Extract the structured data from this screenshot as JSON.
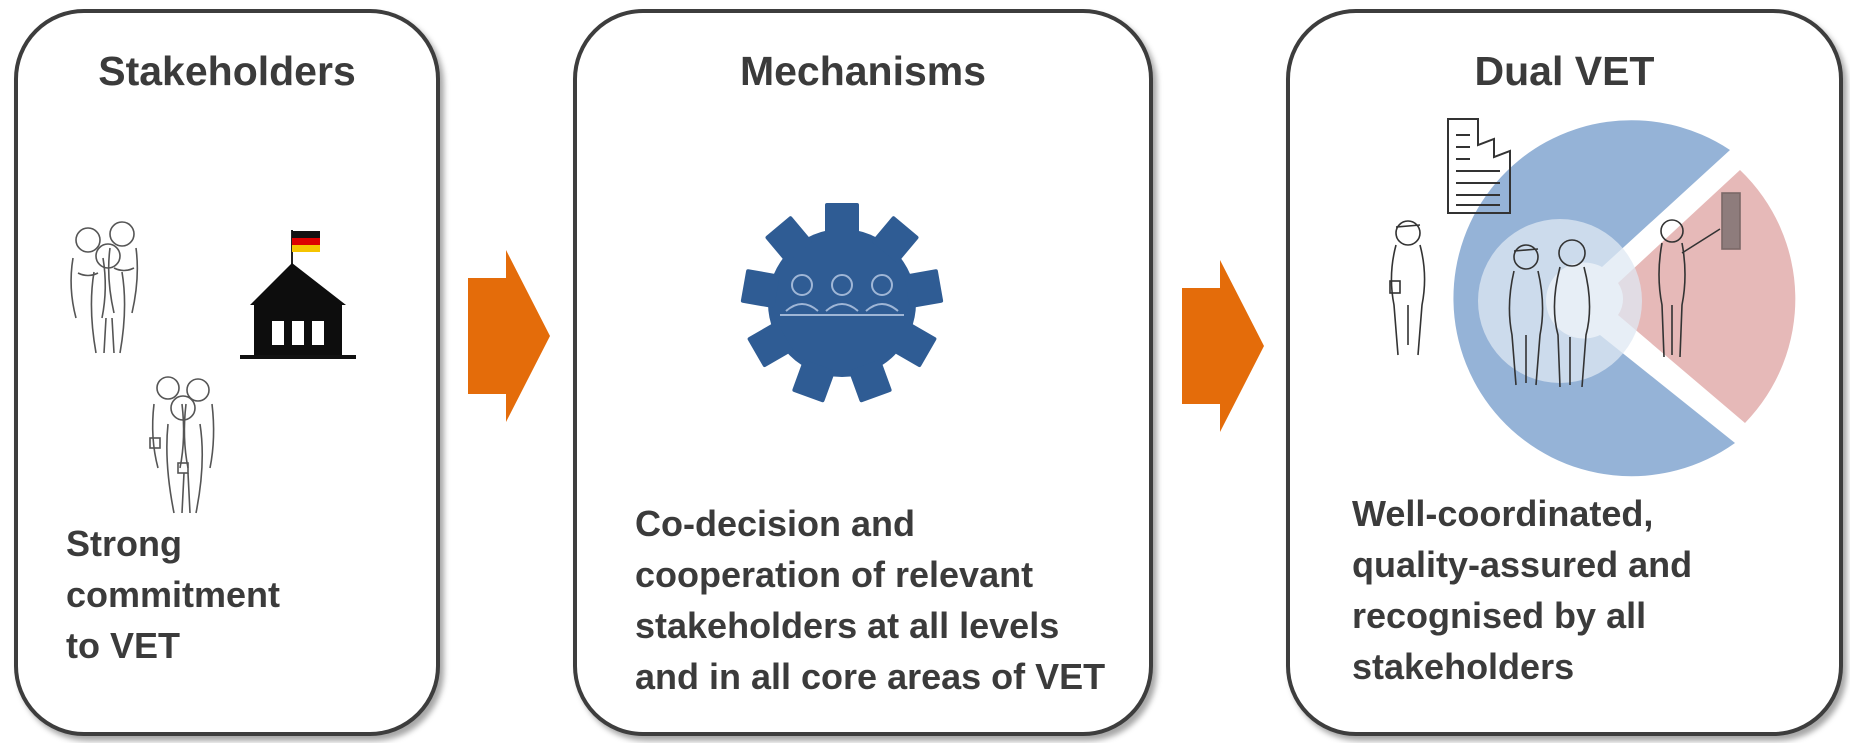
{
  "panels": [
    {
      "title": "Stakeholders",
      "description_lines": [
        "Strong",
        "commitment",
        "to VET"
      ]
    },
    {
      "title": "Mechanisms",
      "description_lines": [
        "Co-decision  and",
        "cooperation  of relevant",
        "stakeholders  at all levels",
        "and in all core areas of VET"
      ]
    },
    {
      "title": "Dual VET",
      "description_lines": [
        "Well-coordinated,",
        "quality-assured  and",
        "recognised by all",
        "stakeholders"
      ]
    }
  ],
  "colors": {
    "arrow": "#E46C0A",
    "gear": "#2F5C94",
    "ring_blue": "#95B3D7",
    "ring_pink": "#E6B9B8",
    "border": "#3d3d3d",
    "text": "#3b3b3b"
  },
  "icons": [
    "people-sketch-icon",
    "school-building-icon",
    "german-flag-icon",
    "gear-icon",
    "meeting-people-icon",
    "factory-icon",
    "worker-icon",
    "teacher-icon"
  ]
}
